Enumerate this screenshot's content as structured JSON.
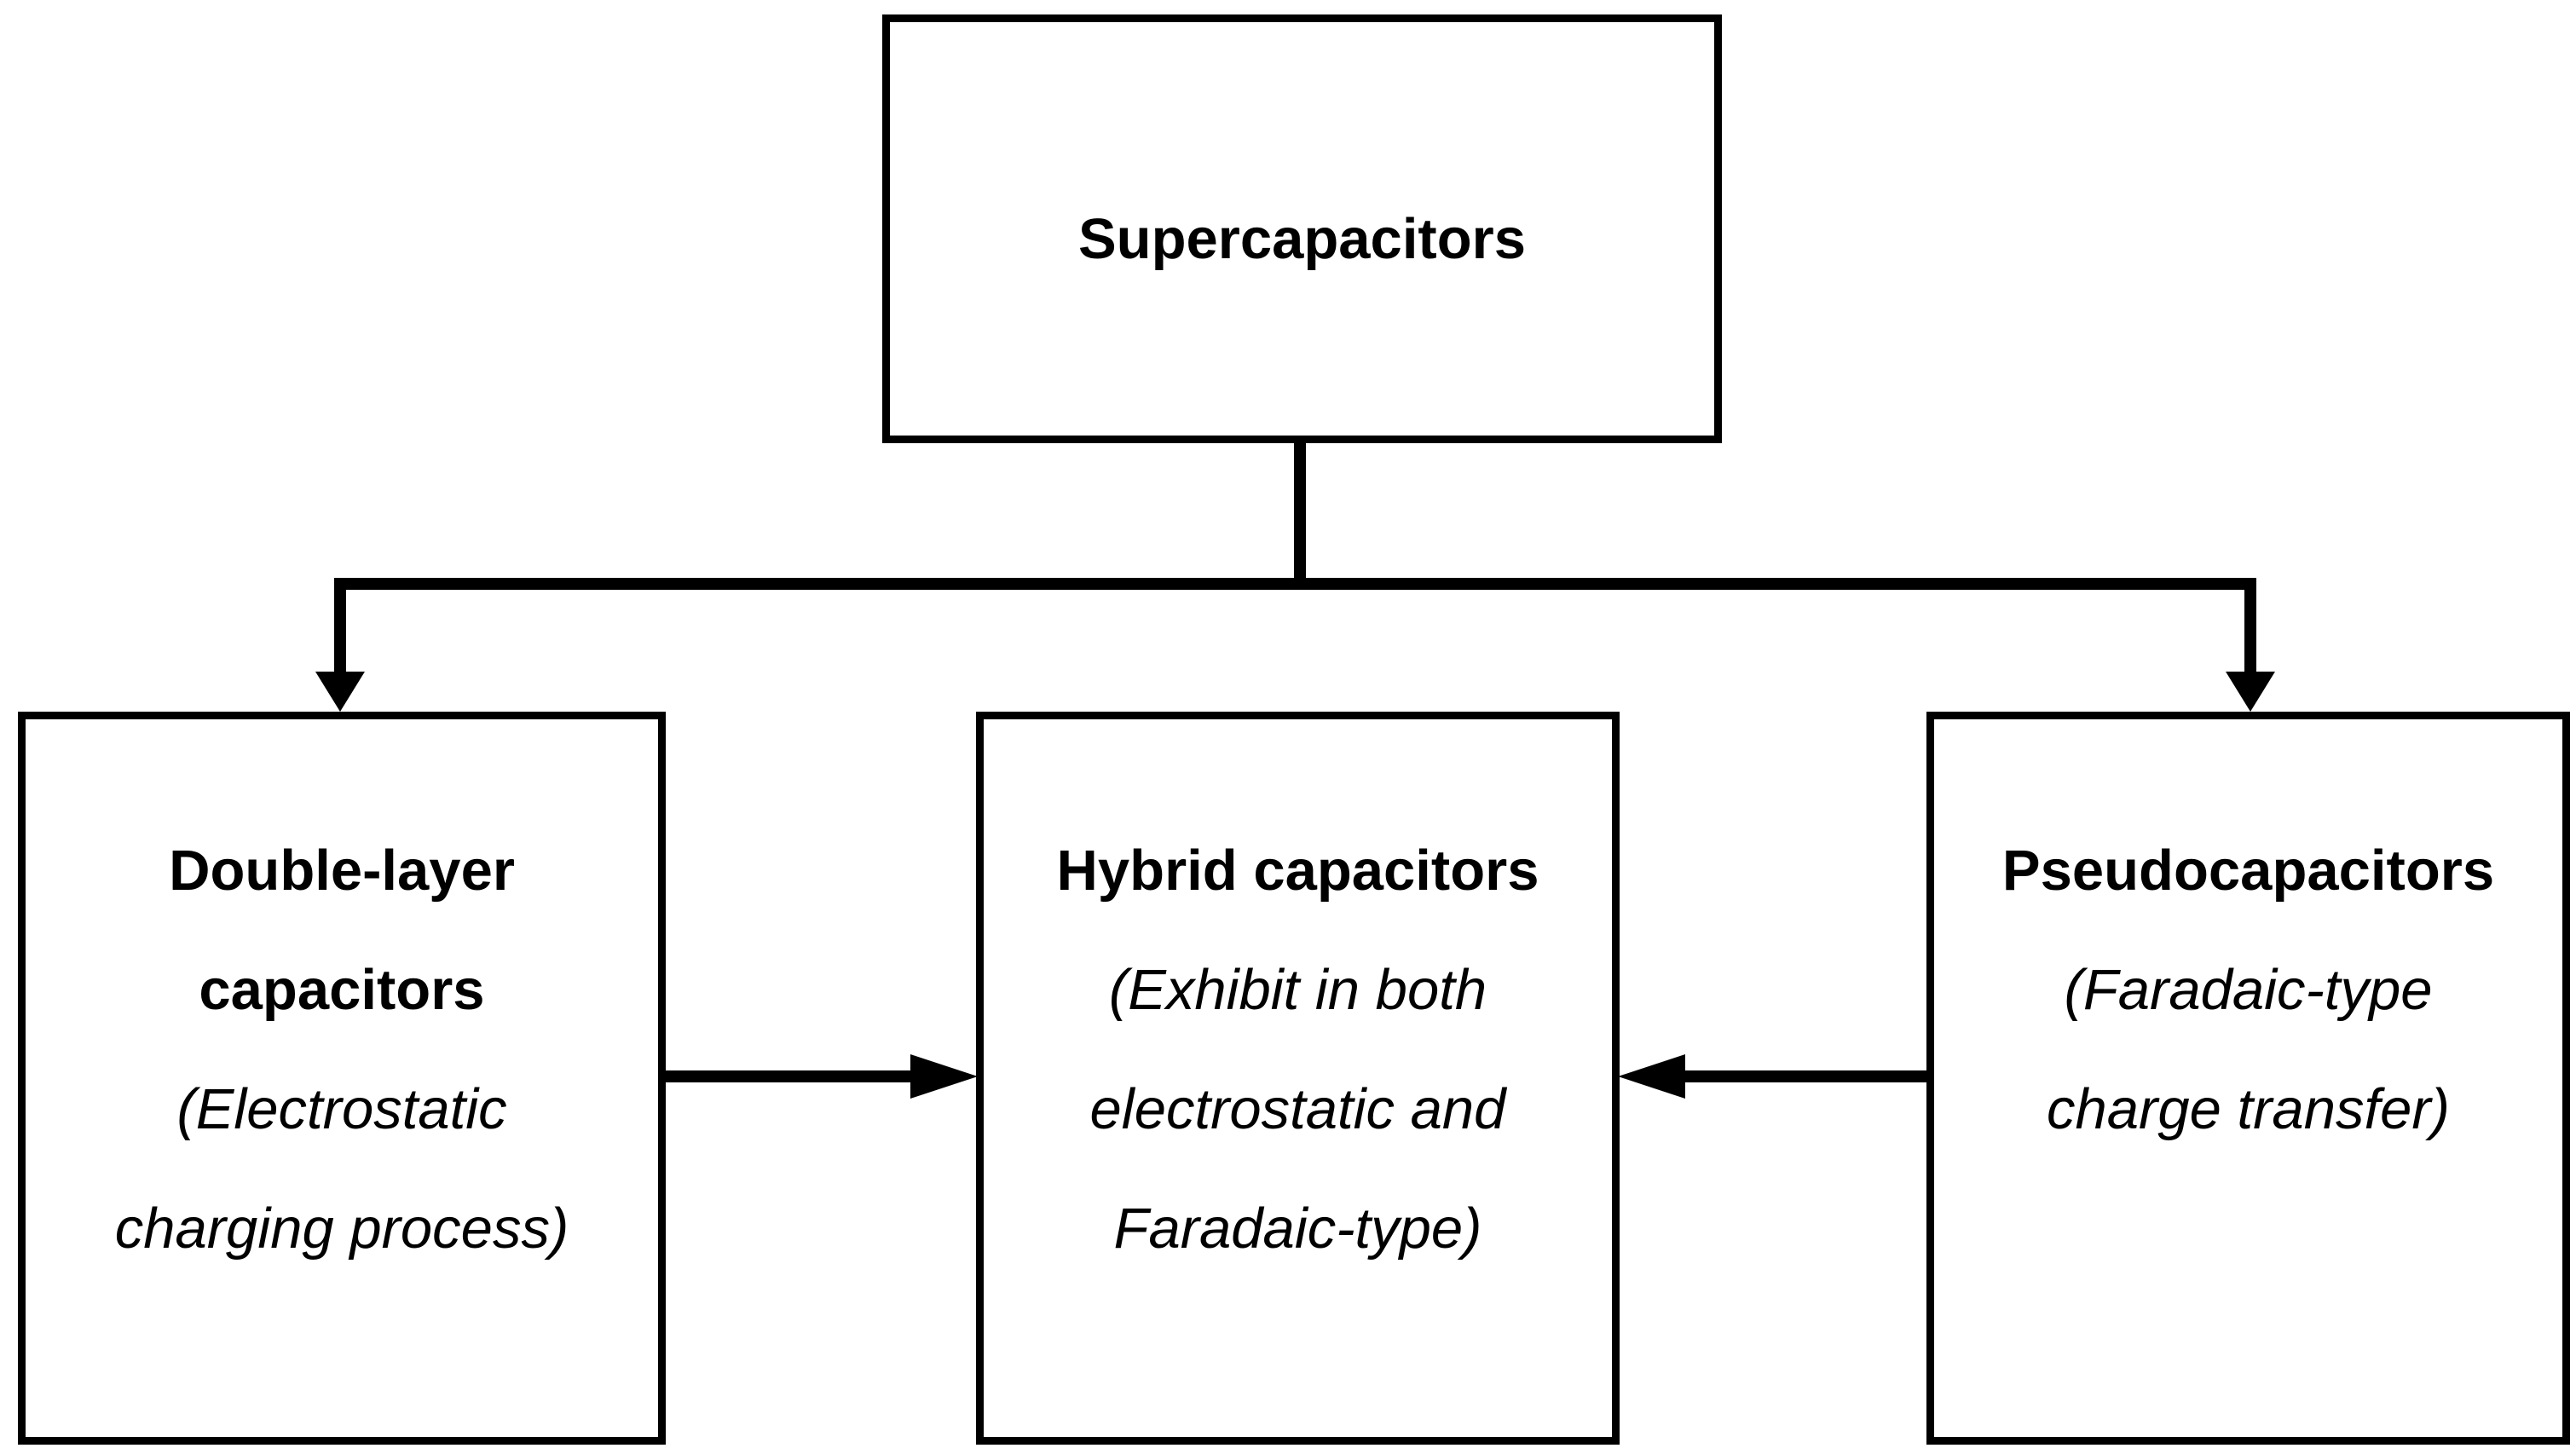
{
  "diagram": {
    "root": {
      "title": "Supercapacitors"
    },
    "children": {
      "double_layer": {
        "title_line1": "Double-layer",
        "title_line2": "capacitors",
        "desc_line1": "(Electrostatic",
        "desc_line2": "charging process)"
      },
      "hybrid": {
        "title_line1": "Hybrid capacitors",
        "desc_line1": "(Exhibit in both",
        "desc_line2": "electrostatic and",
        "desc_line3": "Faradaic-type)"
      },
      "pseudo": {
        "title_line1": "Pseudocapacitors",
        "desc_line1": "(Faradaic-type",
        "desc_line2": "charge transfer)"
      }
    },
    "colors": {
      "line": "#000000",
      "box_fill": "#ffffff",
      "background": "#ffffff"
    }
  }
}
